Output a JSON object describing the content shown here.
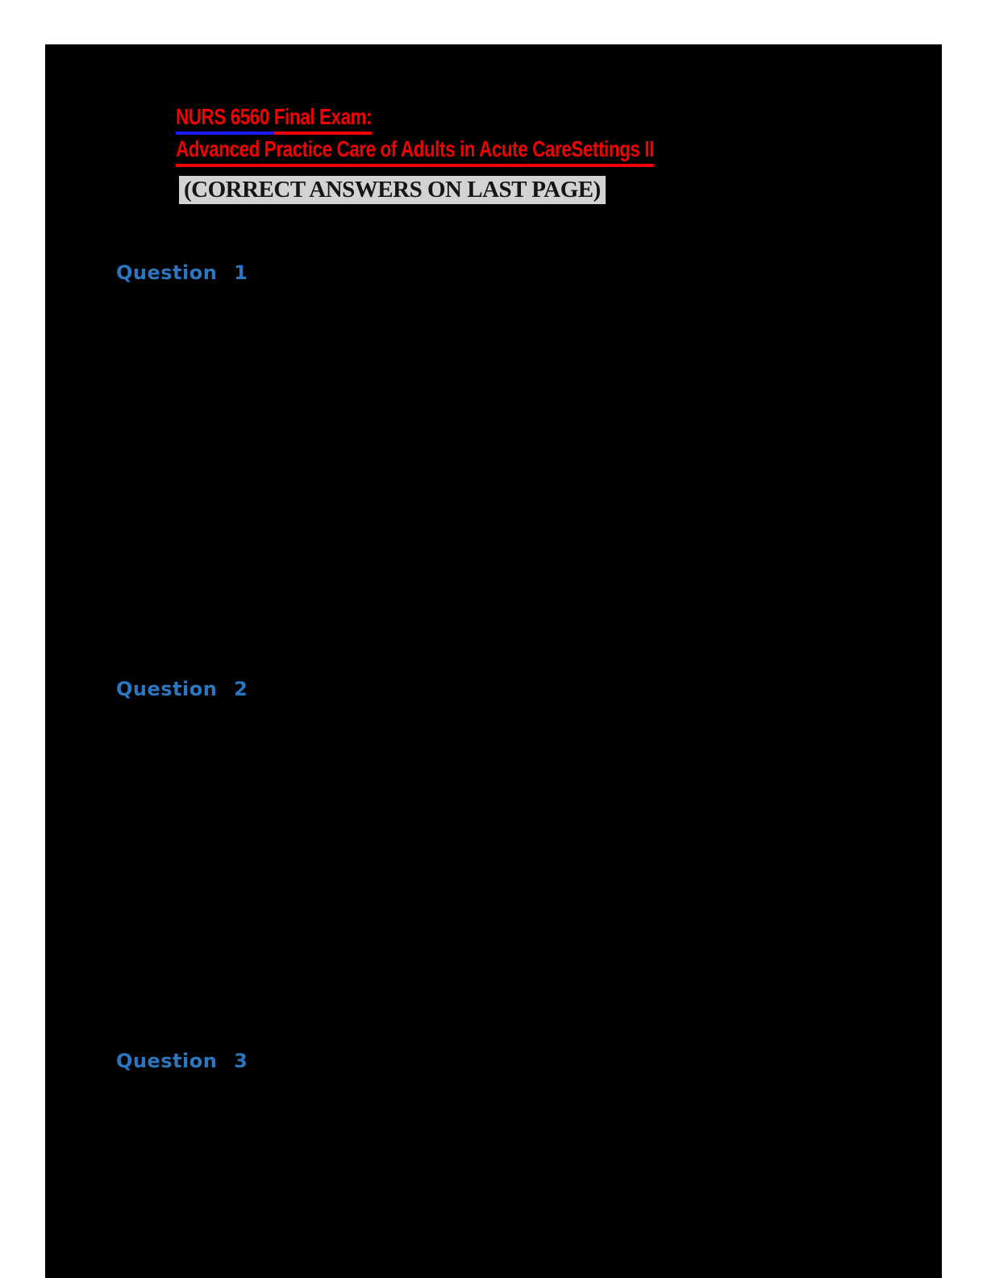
{
  "document": {
    "title": {
      "line1_part1": "NURS 6560 ",
      "line1_part2": "Final Exam: ",
      "line2": "Advanced Practice Care of Adults in Acute CareSettings II"
    },
    "banner": "(CORRECT ANSWERS ON LAST PAGE)",
    "questions": [
      {
        "label": "Question 1"
      },
      {
        "label": "Question 2"
      },
      {
        "label": "Question 3"
      }
    ],
    "colors": {
      "title_red": "#f40000",
      "underline_blue": "#1a1aff",
      "question_blue": "#2b76bf",
      "banner_highlight": "#d3d3d3",
      "page_fill": "#000000",
      "margin_fill": "#ffffff"
    }
  }
}
